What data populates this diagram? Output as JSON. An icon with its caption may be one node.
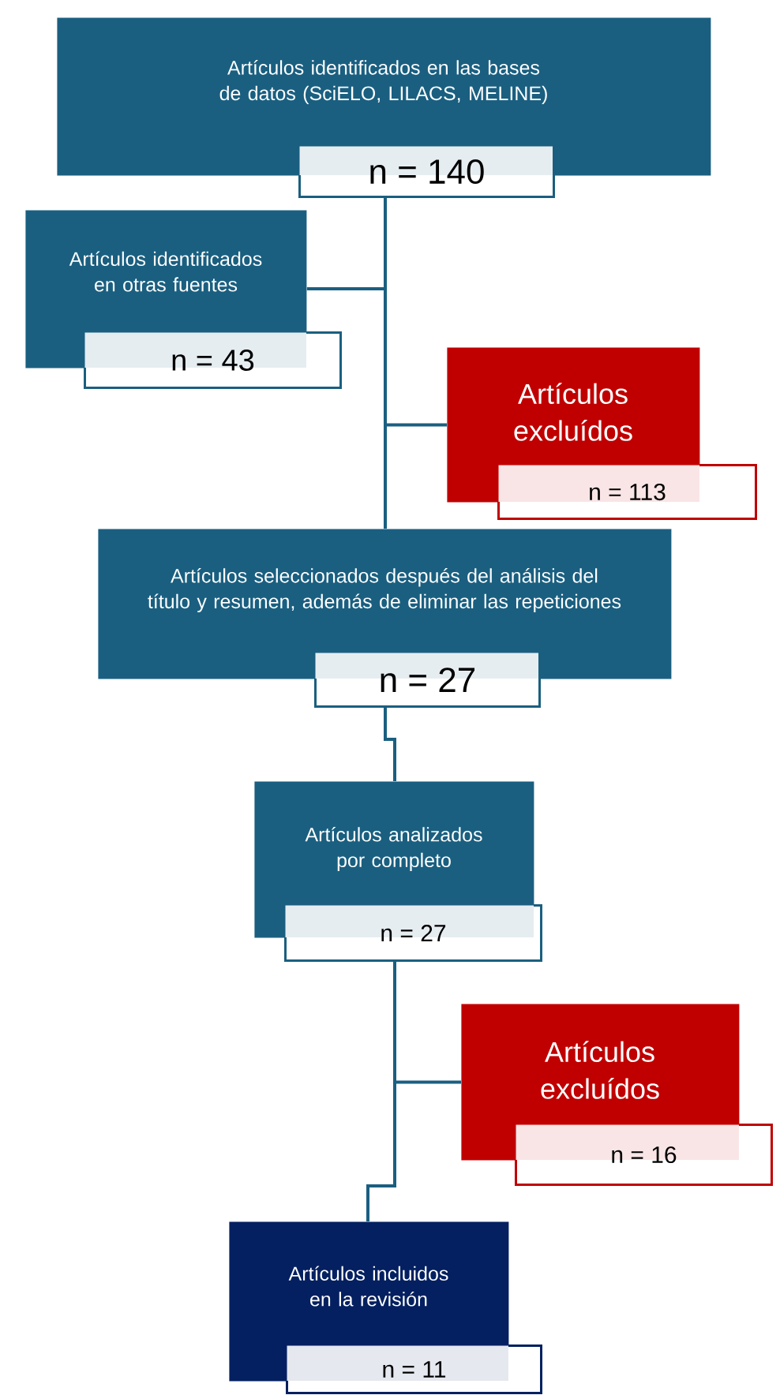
{
  "diagram": {
    "nodes": [
      {
        "text": [
          "Artículos identificados en las bases de datos (SciELO, LILACS, MELINE)",
          "n = 140"
        ]
      },
      {
        "text": [
          "Artículos identificados en otras fuentes",
          "n = 43"
        ]
      },
      {
        "text": [
          "Artículos excluídos",
          "n = 113"
        ]
      },
      {
        "text": [
          "Artículos seleccionados después del análisis del título y resumen, además de eliminar las repeticiones",
          "n = 27"
        ]
      },
      {
        "text": [
          "Artículos analizados por completo",
          "n = 27"
        ]
      },
      {
        "text": [
          "Artículos excluídos",
          "n = 16"
        ]
      },
      {
        "text": [
          "Artículos incluidos en la revisión",
          "n = 11"
        ]
      }
    ],
    "edges": [
      {
        "from": 0,
        "to": 3,
        "arrow": "none"
      },
      {
        "from": 1,
        "to": 3,
        "arrow": "none"
      },
      {
        "from": 0,
        "to": 2,
        "arrow": "none"
      },
      {
        "from": 3,
        "to": 4,
        "arrow": "none"
      },
      {
        "from": 4,
        "to": 6,
        "arrow": "none"
      },
      {
        "from": 4,
        "to": 5,
        "arrow": "none"
      }
    ]
  }
}
